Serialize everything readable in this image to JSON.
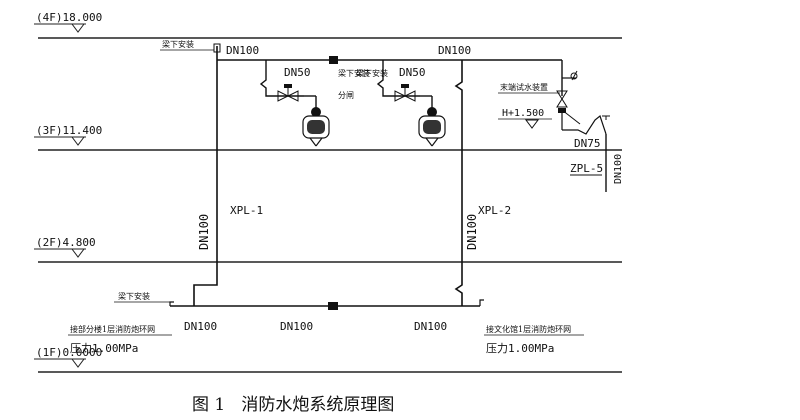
{
  "levels": [
    {
      "label": "(4F)18.000"
    },
    {
      "label": "(3F)11.400"
    },
    {
      "label": "(2F)4.800"
    },
    {
      "label": "(1F)0.0000"
    }
  ],
  "pipes": {
    "top_left": "DN100",
    "top_mid": "DN100",
    "branch_left": "DN50",
    "branch_right": "DN50",
    "riser_left": "DN100",
    "riser_right": "DN100",
    "riser_left_id": "XPL-1",
    "riser_right_id": "XPL-2",
    "bottom_left": "DN100",
    "bottom_mid": "DN100",
    "bottom_right": "DN100",
    "drain": "DN75",
    "drain_id": "ZPL-5",
    "drain_vertical": "DN100"
  },
  "notes": {
    "top_install": "梁下安装",
    "branch_install_1": "梁下安装",
    "branch_install_2": "梁下安装",
    "valve": "分闸",
    "test_device": "末端试水装置",
    "test_elev": "H+1.500",
    "bottom_install": "梁下安装",
    "inlet_left": "接部分楼1层消防炮环网",
    "pressure_left": "压力1.00MPa",
    "inlet_right": "接文化馆1层消防炮环网",
    "pressure_right": "压力1.00MPa"
  },
  "caption": "图 1   消防水炮系统原理图"
}
